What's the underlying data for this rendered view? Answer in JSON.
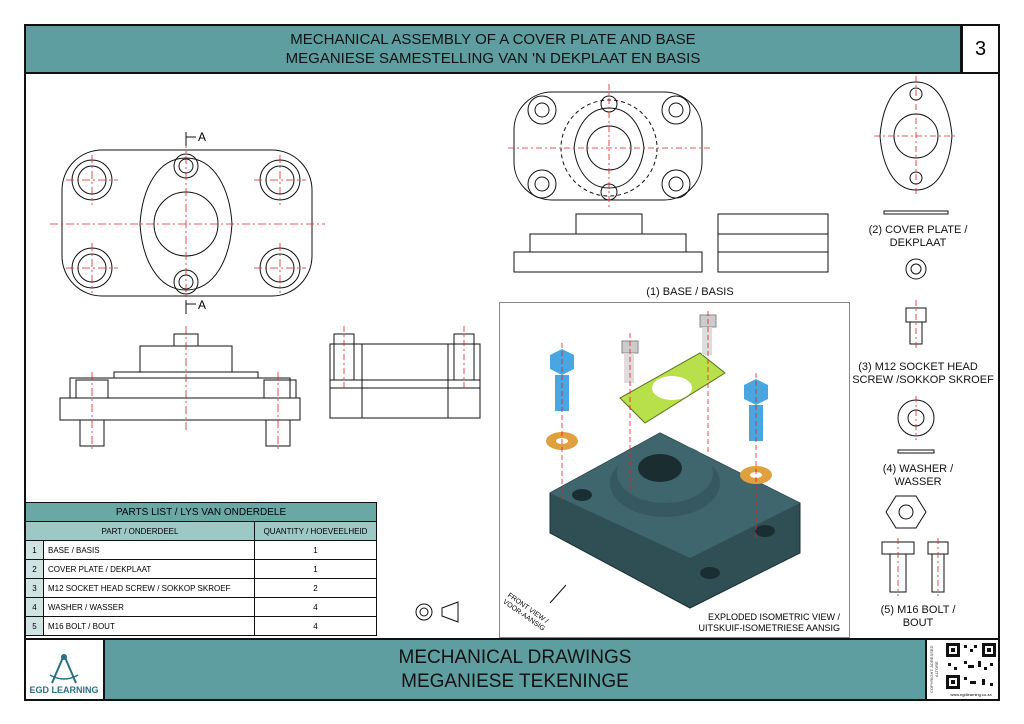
{
  "header": {
    "title_en": "MECHANICAL ASSEMBLY OF A COVER PLATE AND BASE",
    "title_af": "MEGANIESE SAMESTELLING VAN 'N DEKPLAAT EN BASIS",
    "sheet_number": "3"
  },
  "section_labels": {
    "top": "A",
    "bottom": "A"
  },
  "labels": {
    "base": "(1) BASE / BASIS",
    "cover_plate_1": "(2) COVER PLATE /",
    "cover_plate_2": "DEKPLAAT",
    "screw_1": "(3) M12 SOCKET HEAD",
    "screw_2": "SCREW /SOKKOP SKROEF",
    "washer_1": "(4) WASHER /",
    "washer_2": "WASSER",
    "bolt_1": "(5) M16 BOLT /",
    "bolt_2": "BOUT",
    "front_view_1": "FRONT VIEW /",
    "front_view_2": "VOOR-AANSIG",
    "iso_1": "EXPLODED ISOMETRIC VIEW /",
    "iso_2": "UITSKUIF-ISOMETRIESE AANSIG"
  },
  "parts_list": {
    "title": "PARTS LIST / LYS VAN ONDERDELE",
    "col_part": "PART / ONDERDEEL",
    "col_qty": "QUANTITY / HOEVEELHEID",
    "rows": [
      {
        "no": "1",
        "part": "BASE / BASIS",
        "qty": "1"
      },
      {
        "no": "2",
        "part": "COVER PLATE / DEKPLAAT",
        "qty": "1"
      },
      {
        "no": "3",
        "part": "M12 SOCKET HEAD SCREW / SOKKOP SKROEF",
        "qty": "2"
      },
      {
        "no": "4",
        "part": "WASHER / WASSER",
        "qty": "4"
      },
      {
        "no": "5",
        "part": "M16 BOLT / BOUT",
        "qty": "4"
      }
    ]
  },
  "footer": {
    "title_en": "MECHANICAL DRAWINGS",
    "title_af": "MEGANIESE TEKENINGE",
    "logo_text": "EGD LEARNING",
    "copyright": "COPYRIGHT: ADRESSED ALTORE",
    "url": "www.egdlearning.co.za"
  },
  "colors": {
    "teal": "#5e9ea0",
    "centerline": "#e02020",
    "iso_body": "#2f4f55",
    "cover_green": "#b8e04a",
    "bolt_blue": "#4aa6e0",
    "washer_orange": "#e0a040"
  }
}
